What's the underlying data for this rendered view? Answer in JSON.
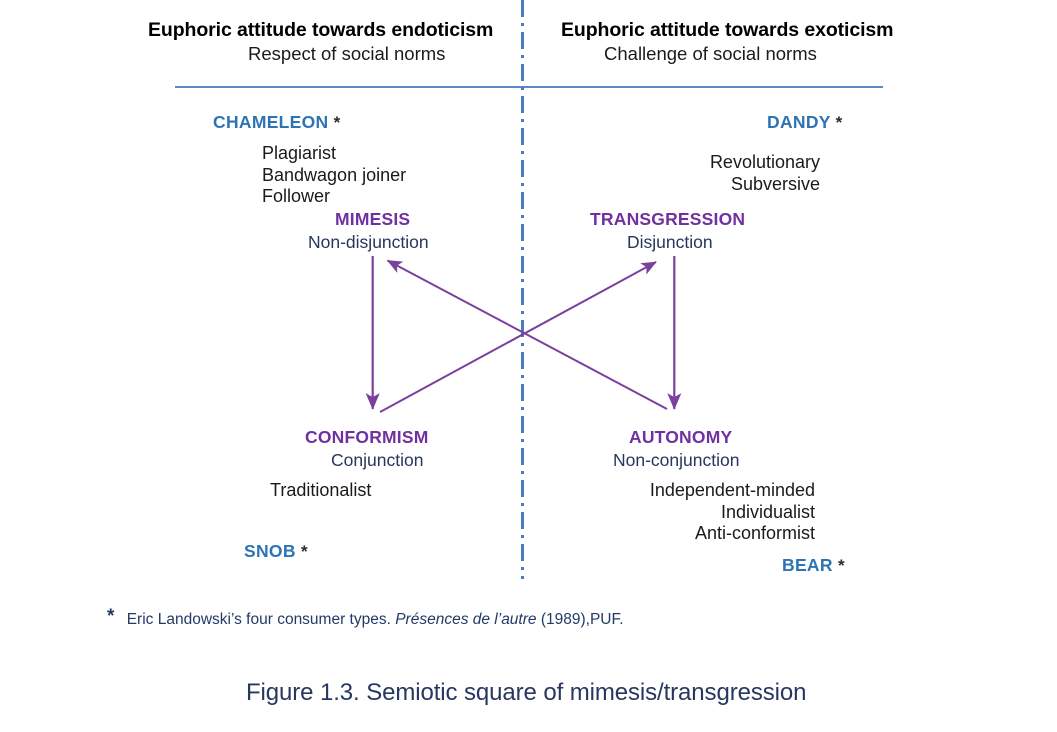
{
  "figure": {
    "caption": "Figure 1.3. Semiotic square of mimesis/transgression"
  },
  "colors": {
    "consumer_type": "#2e74b5",
    "semiotic_term": "#7030a0",
    "semiotic_sub": "#27365c",
    "arrow": "#7b3f9e",
    "divider": "#4a7ebb",
    "rule": "#5b8cc0",
    "caption": "#27375e"
  },
  "headers": {
    "left": {
      "title": "Euphoric attitude towards endoticism",
      "subtitle": "Respect of social norms"
    },
    "right": {
      "title": "Euphoric attitude towards exoticism",
      "subtitle": "Challenge of social norms"
    }
  },
  "quadrants": {
    "top_left": {
      "consumer_type": "CHAMELEON",
      "star": "*",
      "traits": [
        "Plagiarist",
        "Bandwagon joiner",
        "Follower"
      ],
      "term": "MIMESIS",
      "relation": "Non-disjunction"
    },
    "top_right": {
      "consumer_type": "DANDY",
      "star": "*",
      "traits": [
        "Revolutionary",
        "Subversive"
      ],
      "term": "TRANSGRESSION",
      "relation": "Disjunction"
    },
    "bottom_left": {
      "term": "CONFORMISM",
      "relation": "Conjunction",
      "traits": [
        "Traditionalist"
      ],
      "consumer_type": "SNOB",
      "star": "*"
    },
    "bottom_right": {
      "term": "AUTONOMY",
      "relation": "Non-conjunction",
      "traits": [
        "Independent-minded",
        "Individualist",
        "Anti-conformist"
      ],
      "consumer_type": "BEAR",
      "star": "*"
    }
  },
  "footnote": {
    "marker": "*",
    "text_before": "Eric Landowski’s four consumer types. ",
    "italic_title": "Présences de l’autre",
    "text_after": " (1989),PUF."
  },
  "arrows": {
    "left_vertical": {
      "label": "mimesis-to-conformism",
      "from": "MIMESIS",
      "to": "CONFORMISM"
    },
    "right_vertical": {
      "label": "transgression-to-autonomy",
      "from": "TRANSGRESSION",
      "to": "AUTONOMY"
    },
    "diagonal_up_left": {
      "label": "autonomy-to-mimesis",
      "from": "AUTONOMY",
      "to": "MIMESIS"
    },
    "diagonal_up_right": {
      "label": "conformism-to-transgression",
      "from": "CONFORMISM",
      "to": "TRANSGRESSION"
    }
  }
}
